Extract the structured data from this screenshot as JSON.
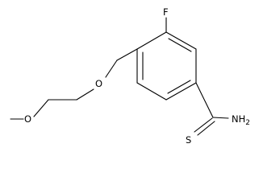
{
  "atoms": {
    "fluorine": "F",
    "ether_oxygen": "O",
    "methoxy_oxygen": "O",
    "sulfur": "S",
    "amine": "NH",
    "amine_subscript": "2"
  },
  "colors": {
    "bond": "#000000",
    "label": "#000000",
    "background": "#ffffff"
  }
}
